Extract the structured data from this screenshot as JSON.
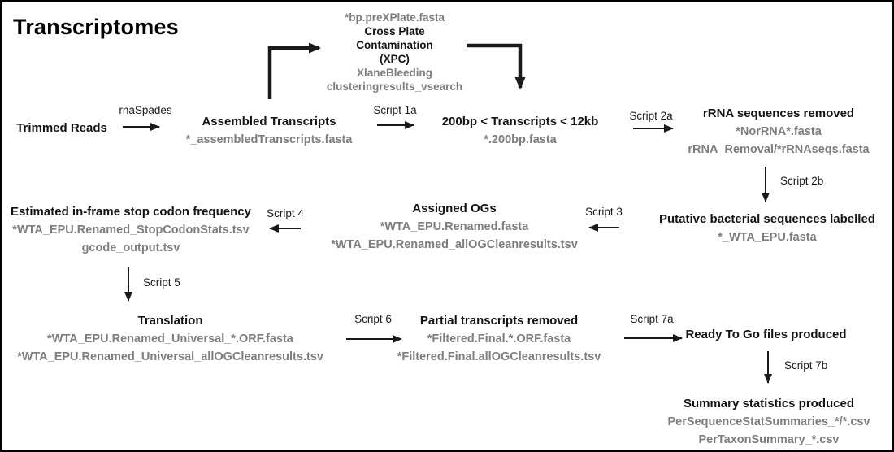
{
  "title": "Transcriptomes",
  "colors": {
    "background": "#ffffff",
    "border": "#000000",
    "heading_text": "#141414",
    "file_text": "#7d7d7d",
    "arrow": "#1a1a1a"
  },
  "nodes": {
    "trimmed_reads": {
      "title": "Trimmed Reads"
    },
    "assembled_transcripts": {
      "title": "Assembled Transcripts",
      "files": [
        "*_assembledTranscripts.fasta"
      ]
    },
    "xpc": {
      "file_top": "*bp.preXPlate.fasta",
      "title_lines": [
        "Cross Plate",
        "Contamination",
        "(XPC)"
      ],
      "files": [
        "XlaneBleeding",
        "clusteringresults_vsearch"
      ]
    },
    "size_filter": {
      "title": "200bp < Transcripts < 12kb",
      "files": [
        "*.200bp.fasta"
      ]
    },
    "rrna_removed": {
      "title": "rRNA sequences removed",
      "files": [
        "*NorRNA*.fasta",
        "rRNA_Removal/*rRNAseqs.fasta"
      ]
    },
    "putative_bacterial": {
      "title": "Putative bacterial sequences labelled",
      "files": [
        "*_WTA_EPU.fasta"
      ]
    },
    "assigned_ogs": {
      "title": "Assigned OGs",
      "files": [
        "*WTA_EPU.Renamed.fasta",
        "*WTA_EPU.Renamed_allOGCleanresults.tsv"
      ]
    },
    "stop_codon": {
      "title": "Estimated in-frame stop codon frequency",
      "files": [
        "*WTA_EPU.Renamed_StopCodonStats.tsv",
        "gcode_output.tsv"
      ]
    },
    "translation": {
      "title": "Translation",
      "files": [
        "*WTA_EPU.Renamed_Universal_*.ORF.fasta",
        "*WTA_EPU.Renamed_Universal_allOGCleanresults.tsv"
      ]
    },
    "partial_removed": {
      "title": "Partial transcripts removed",
      "files": [
        "*Filtered.Final.*.ORF.fasta",
        "*Filtered.Final.allOGCleanresults.tsv"
      ]
    },
    "ready_to_go": {
      "title": "Ready To Go files produced"
    },
    "summary_stats": {
      "title": "Summary statistics produced",
      "files": [
        "PerSequenceStatSummaries_*/*.csv",
        "PerTaxonSummary_*.csv"
      ]
    }
  },
  "edges": {
    "rnaspades": "rnaSpades",
    "script_1a": "Script 1a",
    "script_2a": "Script 2a",
    "script_2b": "Script 2b",
    "script_3": "Script 3",
    "script_4": "Script 4",
    "script_5": "Script 5",
    "script_6": "Script 6",
    "script_7a": "Script 7a",
    "script_7b": "Script 7b"
  }
}
